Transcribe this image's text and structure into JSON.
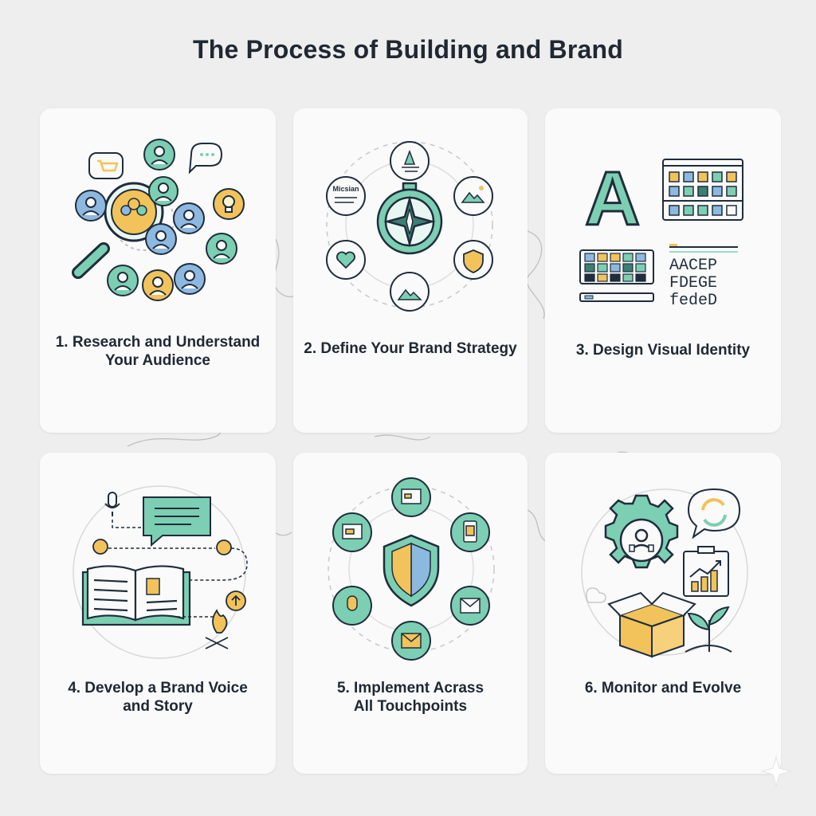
{
  "title": "The Process of Building and Brand",
  "colors": {
    "teal": "#7ccfb2",
    "teal_dark": "#3d7f73",
    "blue": "#8db8e0",
    "yellow": "#f2c35a",
    "navy": "#1f2d3d",
    "card_bg": "#fafafa",
    "page_bg": "#eeeeee"
  },
  "steps": [
    {
      "label": "1. Research and Understand\nYour Audience",
      "icons": [
        "magnifier-icon",
        "person-avatar-icon",
        "shopping-cart-icon",
        "chat-bubble-icon",
        "lightbulb-icon"
      ]
    },
    {
      "label": "2. Define Your Brand Strategy",
      "icons": [
        "compass-icon",
        "rocket-icon",
        "mission-doc-icon",
        "mountain-star-icon",
        "heart-icon",
        "shield-icon",
        "mountain-icon"
      ],
      "mission_text": "Micsian"
    },
    {
      "label": "3. Design Visual Identity",
      "icons": [
        "letter-a-icon",
        "color-palette-icon",
        "typography-icon"
      ],
      "big_letter": "A",
      "type_rows": [
        "AACEP",
        "FDEGE",
        "fedeD"
      ]
    },
    {
      "label": "4. Develop a Brand Voice\nand Story",
      "icons": [
        "microphone-icon",
        "speech-bubble-icon",
        "open-book-icon",
        "campfire-icon",
        "arrow-up-bubble-icon"
      ]
    },
    {
      "label": "5. Implement Acrass\nAll Touchpoints",
      "icons": [
        "shield-icon",
        "website-icon",
        "mobile-icon",
        "email-icon",
        "podcast-icon",
        "envelope-icon"
      ]
    },
    {
      "label": "6. Monitor and Evolve",
      "icons": [
        "gear-icon",
        "refresh-bubble-icon",
        "growth-chart-icon",
        "box-icon",
        "sprout-icon"
      ]
    }
  ]
}
